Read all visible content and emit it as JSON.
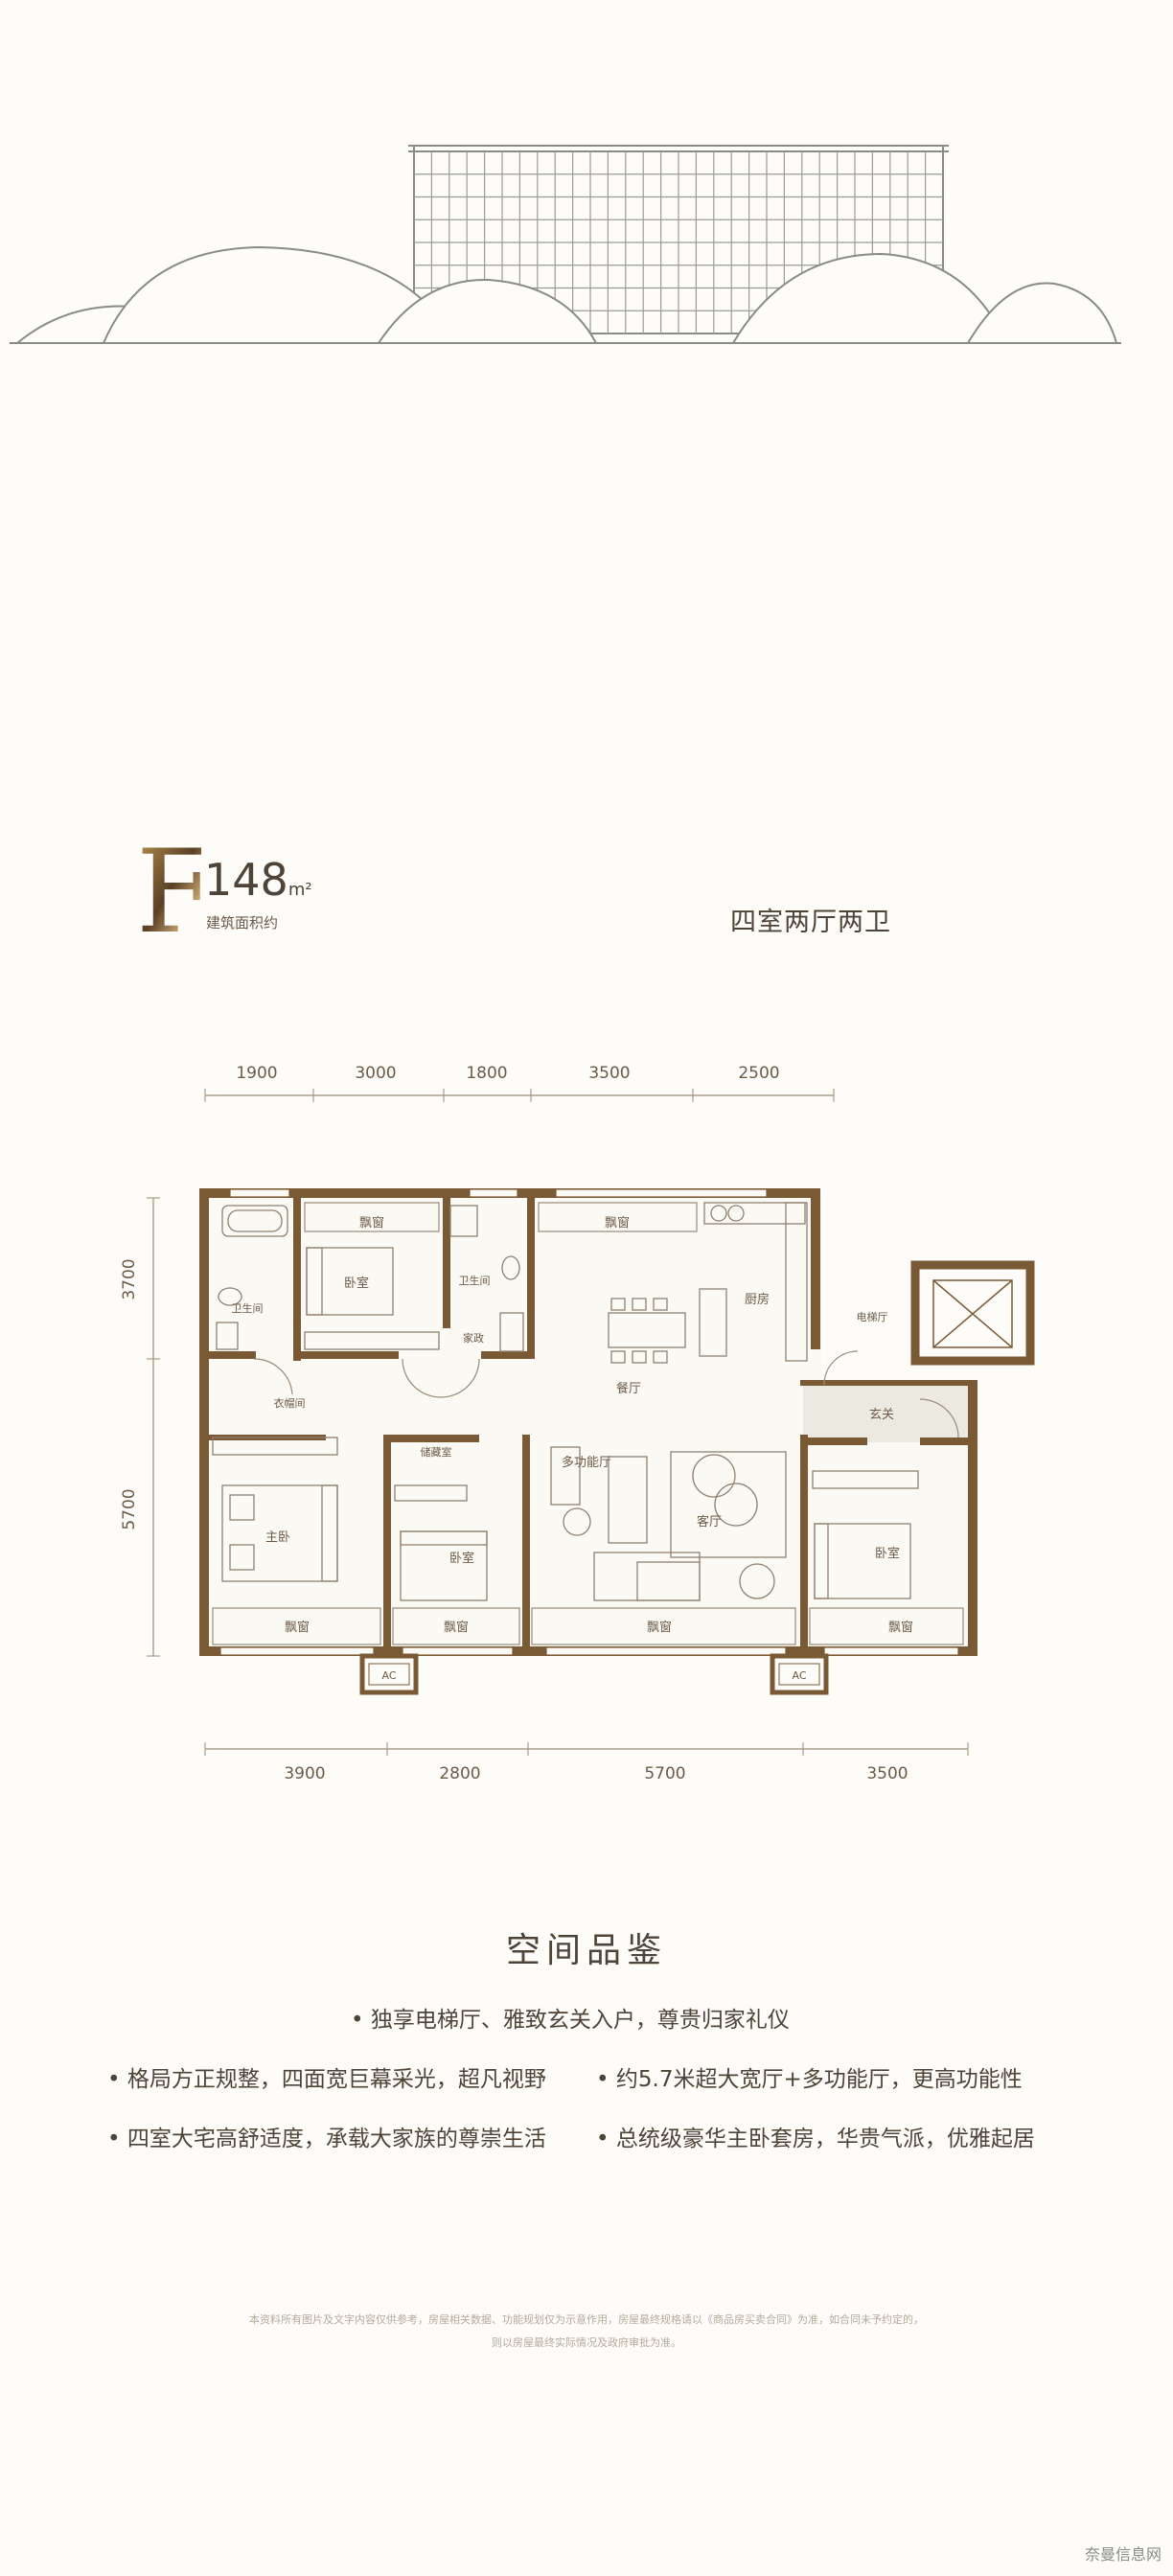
{
  "unit": {
    "letter": "F",
    "area": "148",
    "area_unit": "m²",
    "area_caption": "建筑面积约",
    "layout_type": "四室两厅两卫"
  },
  "dimensions": {
    "top": [
      "1900",
      "3000",
      "1800",
      "3500",
      "2500"
    ],
    "bottom": [
      "3900",
      "2800",
      "5700",
      "3500"
    ],
    "left": [
      "3700",
      "5700"
    ]
  },
  "rooms": {
    "window": "飘窗",
    "bedroom": "卧室",
    "bathroom": "卫生间",
    "bathroom2": "卫生间",
    "laundry": "家政",
    "dining": "餐厅",
    "kitchen": "厨房",
    "elevator_hall": "电梯厅",
    "walkin_closet": "衣帽间",
    "master_bedroom": "主卧",
    "multi_room": "多功能厅",
    "living_room": "客厅",
    "entrance": "玄关",
    "storage": "储藏室",
    "ac": "AC"
  },
  "section_title": "空间品鉴",
  "features": [
    "• 独享电梯厅、雅致玄关入户，尊贵归家礼仪",
    "• 格局方正规整，四面宽巨幕采光，超凡视野",
    "• 约5.7米超大宽厅+多功能厅，更高功能性",
    "• 四室大宅高舒适度，承载大家族的尊崇生活",
    "• 总统级豪华主卧套房，华贵气派，优雅起居"
  ],
  "disclaimer": [
    "本资料所有图片及文字内容仅供参考，房屋相关数据、功能规划仅为示意作用，房屋最终规格请以《商品房买卖合同》为准，如合同未予约定的，",
    "则以房屋最终实际情况及政府审批为准。"
  ],
  "watermark": "奈曼信息网",
  "colors": {
    "accent": "#7a5a35",
    "background": "#fdfcf8",
    "text": "#6b5a48"
  }
}
